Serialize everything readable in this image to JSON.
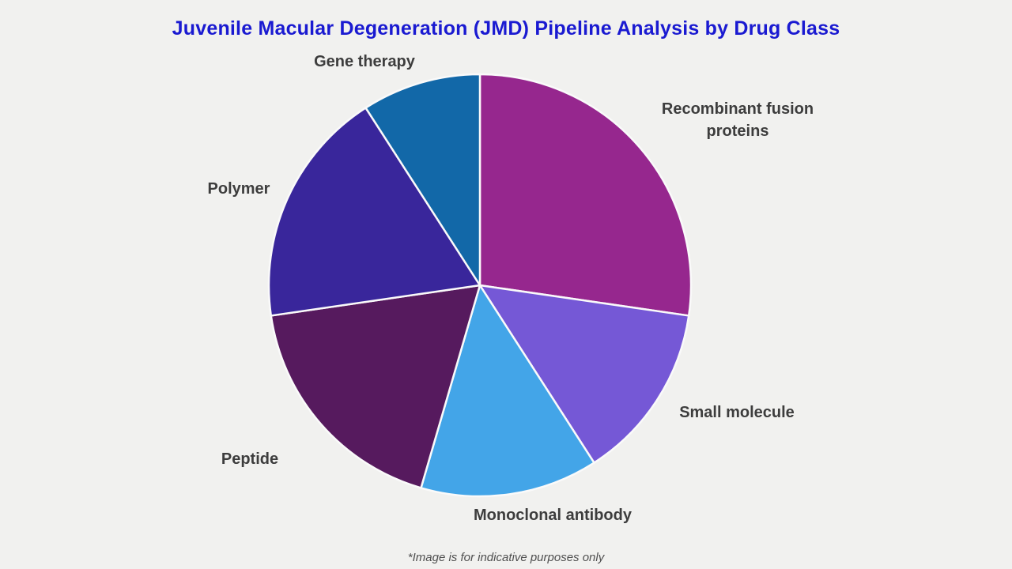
{
  "page": {
    "background_color": "#f1f1ef",
    "title_color": "#1a1ad1",
    "label_color": "#3d3d3d"
  },
  "chart_data": {
    "type": "pie",
    "title": "Juvenile Macular Degeneration (JMD) Pipeline Analysis by Drug Class",
    "labels_position": "outside",
    "legend": "none",
    "start_angle_deg": 0,
    "direction": "clockwise",
    "slices": [
      {
        "label": "Recombinant fusion proteins",
        "value_pct": 27.3,
        "approx_angle_deg": 98.2,
        "color": "#96278e"
      },
      {
        "label": "Small molecule",
        "value_pct": 13.6,
        "approx_angle_deg": 49.1,
        "color": "#7558d6"
      },
      {
        "label": "Monoclonal antibody",
        "value_pct": 13.6,
        "approx_angle_deg": 49.1,
        "color": "#43a5e8"
      },
      {
        "label": "Peptide",
        "value_pct": 18.2,
        "approx_angle_deg": 65.5,
        "color": "#561a5e"
      },
      {
        "label": "Polymer",
        "value_pct": 18.2,
        "approx_angle_deg": 65.5,
        "color": "#39269b"
      },
      {
        "label": "Gene therapy",
        "value_pct": 9.1,
        "approx_angle_deg": 32.7,
        "color": "#1268a8"
      }
    ],
    "footnote": "*Image is for indicative purposes only"
  }
}
